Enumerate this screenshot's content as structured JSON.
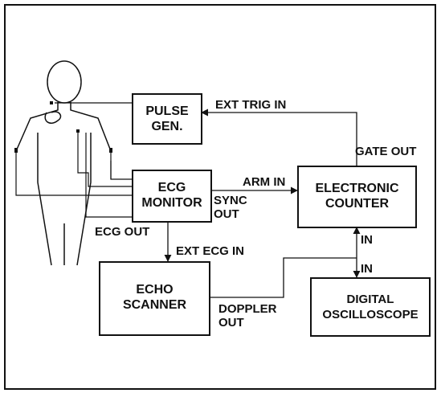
{
  "boxes": {
    "pulse_gen": [
      "PULSE",
      "GEN."
    ],
    "ecg_monitor": [
      "ECG",
      "MONITOR"
    ],
    "electronic_counter": [
      "ELECTRONIC",
      "COUNTER"
    ],
    "echo_scanner": [
      "ECHO",
      "SCANNER"
    ],
    "digital_oscilloscope": [
      "DIGITAL",
      "OSCILLOSCOPE"
    ]
  },
  "labels": {
    "ext_trig_in": "EXT TRIG IN",
    "gate_out": "GATE OUT",
    "arm_in": "ARM IN",
    "sync_out": [
      "SYNC",
      "OUT"
    ],
    "ecg_out": "ECG OUT",
    "ext_ecg_in": "EXT ECG IN",
    "in_counter": "IN",
    "in_scope": "IN",
    "doppler_out": [
      "DOPPLER",
      "OUT"
    ]
  }
}
